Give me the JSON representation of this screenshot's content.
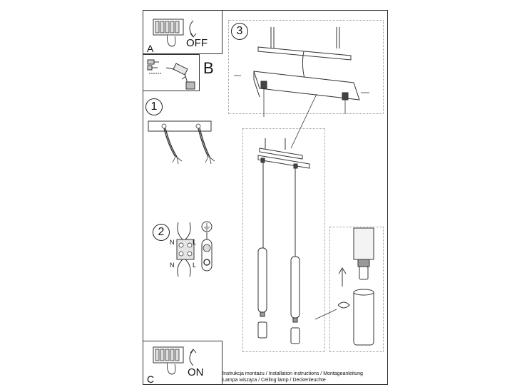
{
  "panel_a": {
    "label": "A",
    "state": "OFF",
    "icon": "circuit-breaker-off-icon"
  },
  "panel_b": {
    "label": "B",
    "icon": "drill-and-screws-icon"
  },
  "panel_c": {
    "label": "C",
    "state": "ON",
    "icon": "circuit-breaker-on-icon"
  },
  "steps": {
    "one": "1",
    "two": "2",
    "three": "3"
  },
  "terminals": {
    "n_top": "N",
    "l_top": "L",
    "n_bottom": "N",
    "l_bottom": "L"
  },
  "caption": {
    "line1": "Instrukcja montażu / Installation instructions / Montageanleitung",
    "line2": "Lampa wisząca / Ceiling lamp / Deckenleuchte"
  },
  "colors": {
    "line": "#333333",
    "fill": "#ffffff",
    "metal": "#cfcfcf"
  }
}
